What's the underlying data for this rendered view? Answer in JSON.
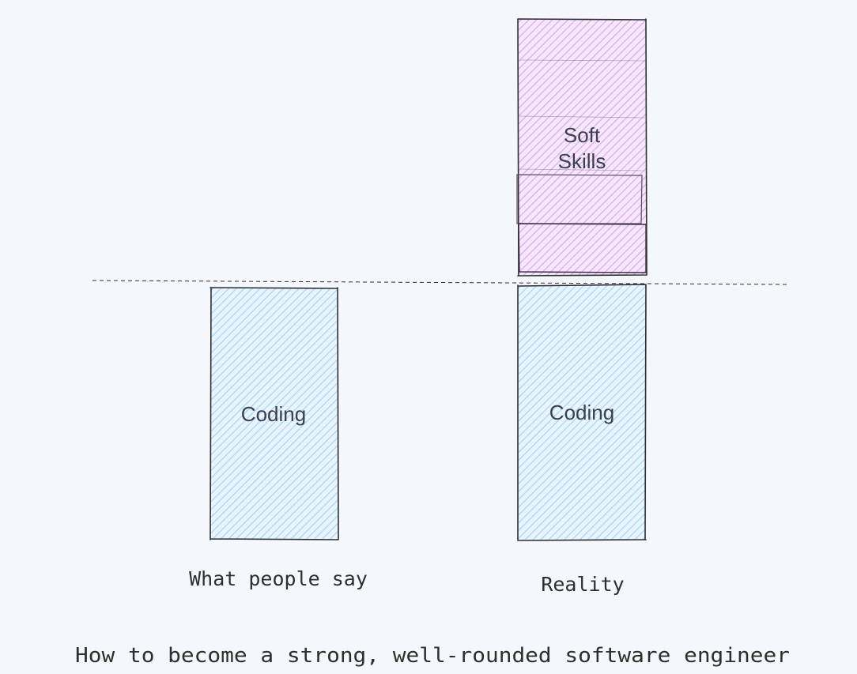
{
  "diagram": {
    "left_column": {
      "box_label": "Coding",
      "caption": "What people say"
    },
    "right_column": {
      "top_box_label_line1": "Soft",
      "top_box_label_line2": "Skills",
      "bottom_box_label": "Coding",
      "caption": "Reality"
    },
    "footer_title": "How to become a strong, well-rounded software engineer"
  },
  "colors": {
    "background": "#f4f8fc",
    "coding_fill": "#a5d8ff",
    "soft_skills_fill": "#eebefa",
    "stroke": "#2e2e2e"
  }
}
